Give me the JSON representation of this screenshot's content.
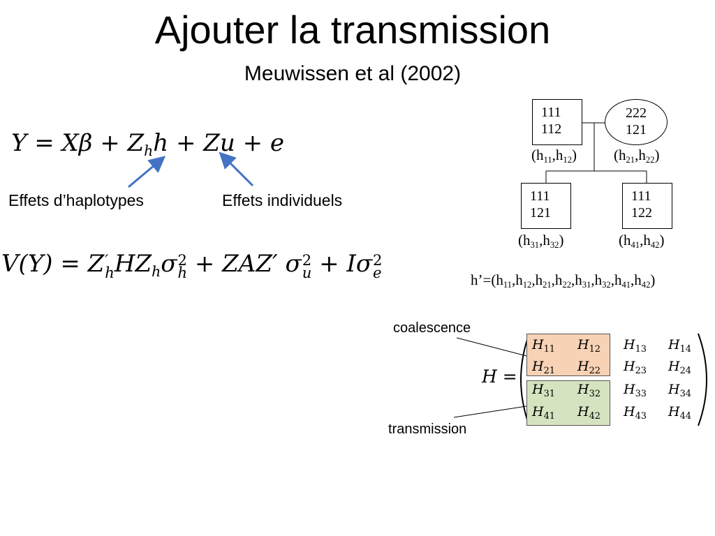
{
  "title": "Ajouter la transmission",
  "subtitle": "Meuwissen et al  (2002)",
  "labels": {
    "haplotype_effects": "Effets d’haplotypes",
    "individual_effects": "Effets individuels",
    "coalescence": "coalescence",
    "transmission": "transmission"
  },
  "pedigree": {
    "sire": [
      "111",
      "112"
    ],
    "dam": [
      "222",
      "121"
    ],
    "child1": [
      "111",
      "121"
    ],
    "child2": [
      "111",
      "122"
    ],
    "sire_haps": {
      "a": "11",
      "b": "12"
    },
    "dam_haps": {
      "a": "21",
      "b": "22"
    },
    "child1_haps": {
      "a": "31",
      "b": "32"
    },
    "child2_haps": {
      "a": "41",
      "b": "42"
    }
  },
  "hvector": {
    "prefix": "h’=(",
    "subscripts": [
      "11",
      "12",
      "21",
      "22",
      "31",
      "32",
      "41",
      "42"
    ]
  },
  "matrix": {
    "label": "H =",
    "rows": [
      [
        "11",
        "12",
        "13",
        "14"
      ],
      [
        "21",
        "22",
        "23",
        "24"
      ],
      [
        "31",
        "32",
        "33",
        "34"
      ],
      [
        "41",
        "42",
        "43",
        "44"
      ]
    ]
  },
  "arrow_color": "#4472c4",
  "highlight_colors": {
    "coalescence": "#f8d2b5",
    "transmission": "#d5e4c0"
  }
}
